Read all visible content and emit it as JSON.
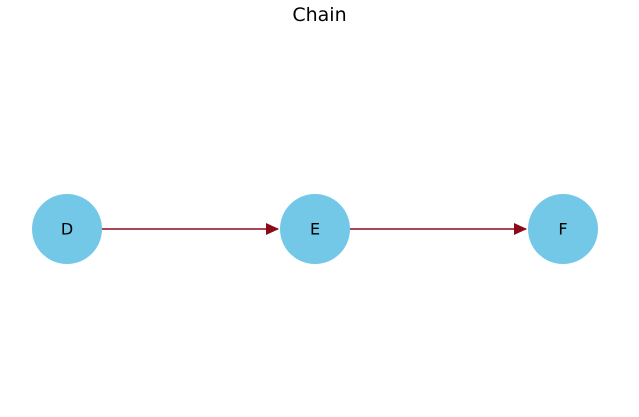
{
  "title": "Chain",
  "colors": {
    "node_fill": "#73c8e8",
    "edge_stroke": "#8b0a1a",
    "label": "#000000"
  },
  "nodes": [
    {
      "id": "D",
      "label": "D"
    },
    {
      "id": "E",
      "label": "E"
    },
    {
      "id": "F",
      "label": "F"
    }
  ],
  "edges": [
    {
      "from": "D",
      "to": "E"
    },
    {
      "from": "E",
      "to": "F"
    }
  ]
}
